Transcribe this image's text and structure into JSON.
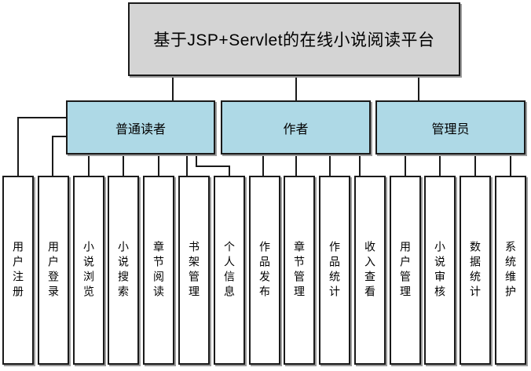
{
  "title": "基于JSP+Servlet的在线小说阅读平台",
  "branches": [
    {
      "label": "普通读者",
      "children": [
        "用户注册",
        "用户登录",
        "小说浏览",
        "小说搜索",
        "章节阅读",
        "书架管理",
        "个人信息"
      ]
    },
    {
      "label": "作者",
      "children": [
        "作品发布",
        "章节管理",
        "作品统计",
        "收入查看"
      ]
    },
    {
      "label": "管理员",
      "children": [
        "用户管理",
        "小说审核",
        "数据统计",
        "系统维护"
      ]
    }
  ],
  "colors": {
    "root_fill": "#d4d4d4",
    "branch_fill": "#aed9e6",
    "leaf_fill": "#ffffff",
    "border": "#1a1a1a",
    "connector": "#1a1a1a",
    "shadow": "#9b9b9b"
  }
}
